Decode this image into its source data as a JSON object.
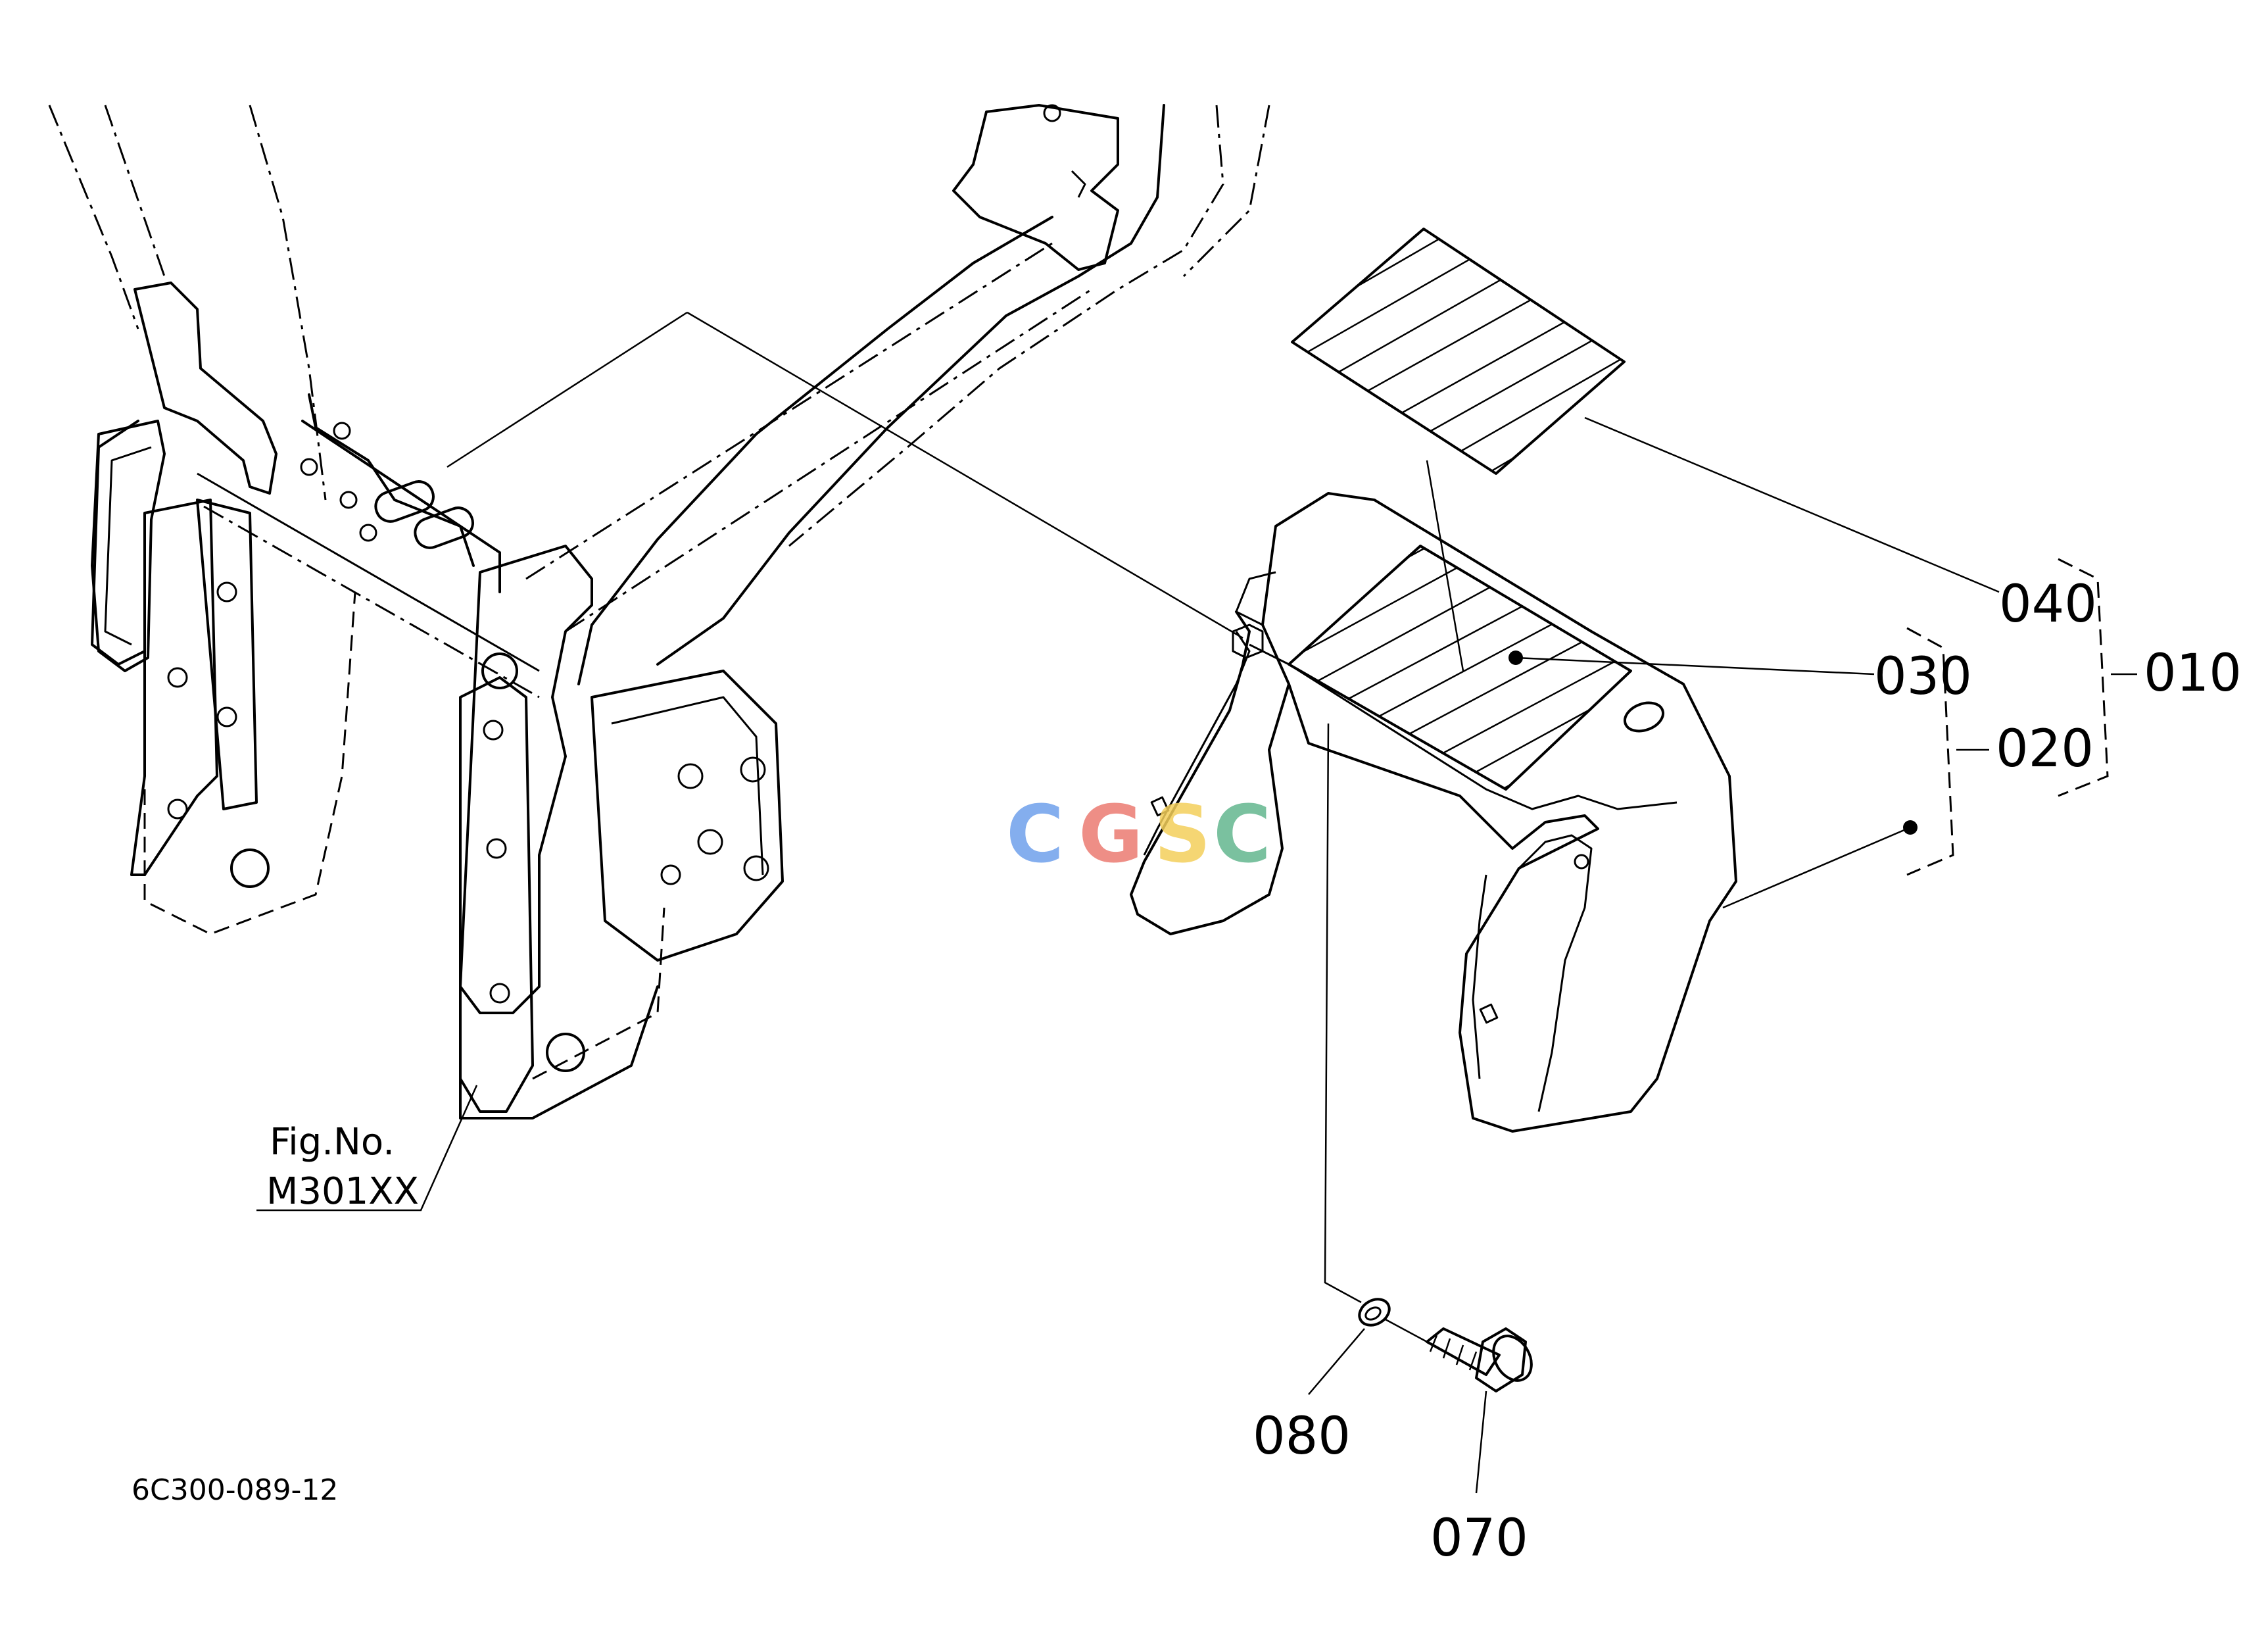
{
  "diagram": {
    "callouts": [
      {
        "id": "c040",
        "text": "040"
      },
      {
        "id": "c030",
        "text": "030"
      },
      {
        "id": "c020",
        "text": "020"
      },
      {
        "id": "c010",
        "text": "010"
      },
      {
        "id": "c080",
        "text": "080"
      },
      {
        "id": "c070",
        "text": "070"
      }
    ],
    "fig_reference": {
      "line1": "Fig.No.",
      "line2": "M301XX"
    },
    "drawing_code": "6C300-089-12",
    "watermark": {
      "letters": [
        "C",
        "G",
        "S",
        "C"
      ],
      "colors": [
        "#6fa0ec",
        "#ec7b72",
        "#f4cf5b",
        "#63b78f"
      ]
    }
  }
}
